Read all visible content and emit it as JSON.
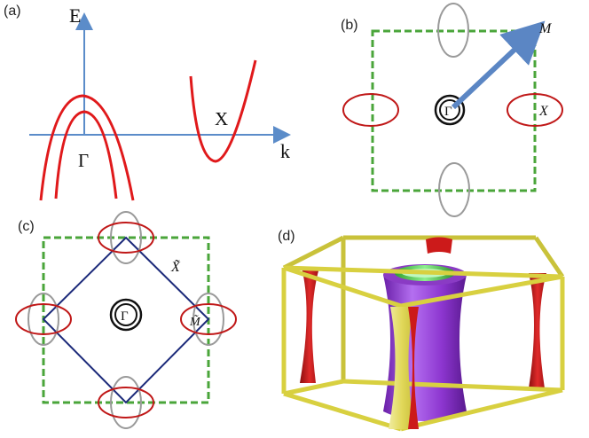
{
  "panels": {
    "a": {
      "label": "(a)",
      "energy_axis": "E",
      "momentum_axis": "k",
      "gamma_point": "Γ",
      "x_point": "X",
      "colors": {
        "axis": "#5b8cc9",
        "band": "#e0191b"
      }
    },
    "b": {
      "label": "(b)",
      "gamma_point": "Γ",
      "m_point": "M",
      "x_point": "X",
      "colors": {
        "zone_border": "#4aa53a",
        "red_pocket": "#c01818",
        "gray_pocket": "#9a9a9a",
        "arrow": "#5b86c4"
      }
    },
    "c": {
      "label": "(c)",
      "gamma_point": "Γ",
      "x_tilde_point": "X̃",
      "m_tilde_point": "M̃",
      "colors": {
        "zone_border": "#4aa53a",
        "folded_zone": "#1c2a7a",
        "red_pocket": "#c01818",
        "gray_pocket": "#9a9a9a"
      }
    },
    "d": {
      "label": "(d)",
      "colors": {
        "frame": "#d8d040",
        "central_outer": "#9b3fd6",
        "central_inner": "#3fc43f",
        "corner_red": "#cc1a1a",
        "corner_yellow": "#e8e060"
      }
    }
  }
}
